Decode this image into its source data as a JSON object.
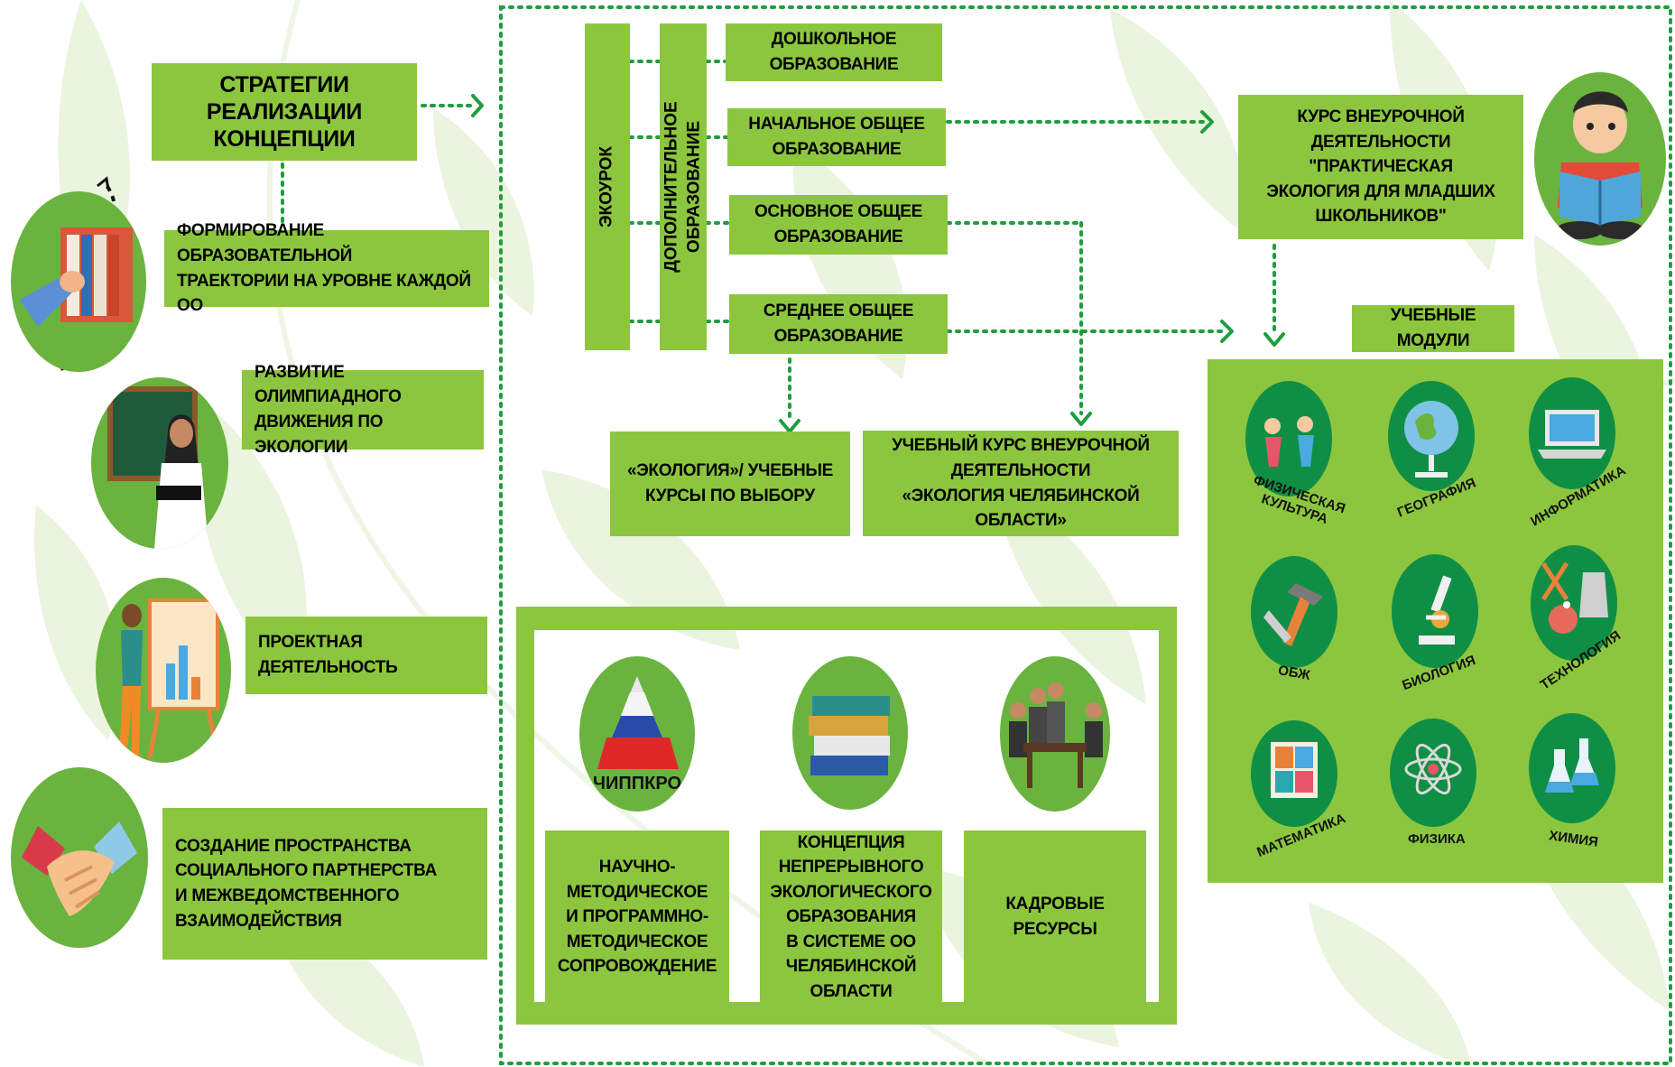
{
  "strategies_title": "СТРАТЕГИИ\nРЕАЛИЗАЦИИ\nКОНЦЕПЦИИ",
  "left_items": [
    {
      "label": "ФОРМИРОВАНИЕ ОБРАЗОВАТЕЛЬНОЙ\nТРАЕКТОРИИ НА УРОВНЕ КАЖДОЙ ОО",
      "icon": "books-hand-icon"
    },
    {
      "label": "РАЗВИТИЕ ОЛИМПИАДНОГО\nДВИЖЕНИЯ ПО ЭКОЛОГИИ",
      "icon": "teacher-icon"
    },
    {
      "label": "ПРОЕКТНАЯ\nДЕЯТЕЛЬНОСТЬ",
      "icon": "presentation-icon"
    },
    {
      "label": "СОЗДАНИЕ ПРОСТРАНСТВА\nСОЦИАЛЬНОГО ПАРТНЕРСТВА\nИ МЕЖВЕДОМСТВЕННОГО\nВЗАИМОДЕЙСТВИЯ",
      "icon": "handshake-icon"
    }
  ],
  "vertical_bars": {
    "ecourok": "ЭКОУРОК",
    "additional": "ДОПОЛНИТЕЛЬНОЕ\nОБРАЗОВАНИЕ"
  },
  "levels": [
    "ДОШКОЛЬНОЕ\nОБРАЗОВАНИЕ",
    "НАЧАЛЬНОЕ ОБЩЕЕ\nОБРАЗОВАНИЕ",
    "ОСНОВНОЕ ОБЩЕЕ\nОБРАЗОВАНИЕ",
    "СРЕДНЕЕ ОБЩЕЕ\nОБРАЗОВАНИЕ"
  ],
  "ecology_choice": "«ЭКОЛОГИЯ»/ УЧЕБНЫЕ\nКУРСЫ ПО ВЫБОРУ",
  "chelyabinsk_course": "УЧЕБНЫЙ КУРС ВНЕУРОЧНОЙ\nДЕЯТЕЛЬНОСТИ\n«ЭКОЛОГИЯ ЧЕЛЯБИНСКОЙ ОБЛАСТИ»",
  "practical_course": "КУРС ВНЕУРОЧНОЙ\nДЕЯТЕЛЬНОСТИ \"ПРАКТИЧЕСКАЯ\nЭКОЛОГИЯ ДЛЯ МЛАДШИХ\nШКОЛЬНИКОВ\"",
  "modules_title": "УЧЕБНЫЕ МОДУЛИ",
  "modules": [
    {
      "label": "ФИЗИЧЕСКАЯ\nКУЛЬТУРА",
      "icon": "sport-icon"
    },
    {
      "label": "ГЕОГРАФИЯ",
      "icon": "globe-icon"
    },
    {
      "label": "ИНФОРМАТИКА",
      "icon": "laptop-icon"
    },
    {
      "label": "ОБЖ",
      "icon": "tools-icon"
    },
    {
      "label": "БИОЛОГИЯ",
      "icon": "microscope-icon"
    },
    {
      "label": "ТЕХНОЛОГИЯ",
      "icon": "sewing-icon"
    },
    {
      "label": "МАТЕМАТИКА",
      "icon": "calculator-icon"
    },
    {
      "label": "ФИЗИКА",
      "icon": "atom-icon"
    },
    {
      "label": "ХИМИЯ",
      "icon": "flask-icon"
    }
  ],
  "support": {
    "logo_text": "ЧИППКРО",
    "items": [
      "НАУЧНО-МЕТОДИЧЕСКОЕ\nИ ПРОГРАММНО-\nМЕТОДИЧЕСКОЕ\nСОПРОВОЖДЕНИЕ",
      "КОНЦЕПЦИЯ\nНЕПРЕРЫВНОГО\nЭКОЛОГИЧЕСКОГО\nОБРАЗОВАНИЯ\nВ СИСТЕМЕ ОО\nЧЕЛЯБИНСКОЙ ОБЛАСТИ",
      "КАДРОВЫЕ РЕСУРСЫ"
    ]
  },
  "colors": {
    "box": "#8cc63f",
    "circle": "#6ab33f",
    "module_circle": "#0f8f45",
    "dots": "#1f9d3f",
    "leaf": "#e9f3dc"
  }
}
